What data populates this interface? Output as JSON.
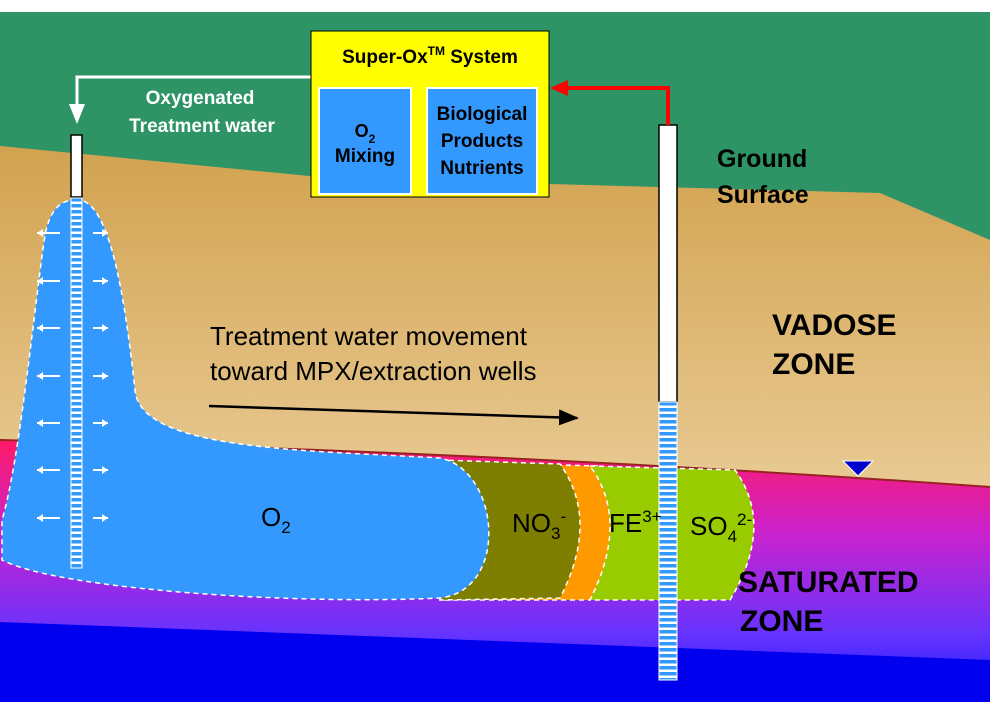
{
  "system": {
    "title_main": "Super-Ox",
    "title_sup": "TM",
    "title_rest": " System",
    "box1": {
      "line1_main": "O",
      "line1_sub": "2",
      "line2": "Mixing"
    },
    "box2": {
      "line1": "Biological",
      "line2": "Products",
      "line3": "Nutrients"
    }
  },
  "labels": {
    "oxygenated_line1": "Oxygenated",
    "oxygenated_line2": "Treatment water",
    "ground_line1": "Ground",
    "ground_line2": "Surface",
    "vadose_line1": "VADOSE",
    "vadose_line2": "ZONE",
    "saturated_line1": "SATURATED",
    "saturated_line2": "ZONE",
    "movement_line1": "Treatment water movement",
    "movement_line2": "toward MPX/extraction wells"
  },
  "zones": {
    "o2": {
      "main": "O",
      "sub": "2"
    },
    "no3": {
      "main": "NO",
      "sub": "3",
      "sup": "-"
    },
    "fe": {
      "main": "FE",
      "sup": "3+"
    },
    "so4": {
      "main": "SO",
      "sub": "4",
      "sup": "2-"
    }
  },
  "colors": {
    "sky": "#2E9465",
    "soil_top": "#D2A24F",
    "soil_bottom": "#F6E3BE",
    "plume": "#3399FF",
    "no3": "#7E7E00",
    "fe": "#FF9900",
    "so4": "#99CC00",
    "system_box": "#FFFF00",
    "inner_box": "#3399FF",
    "feed_line": "#FF0000",
    "water_table": "#0000CC"
  }
}
